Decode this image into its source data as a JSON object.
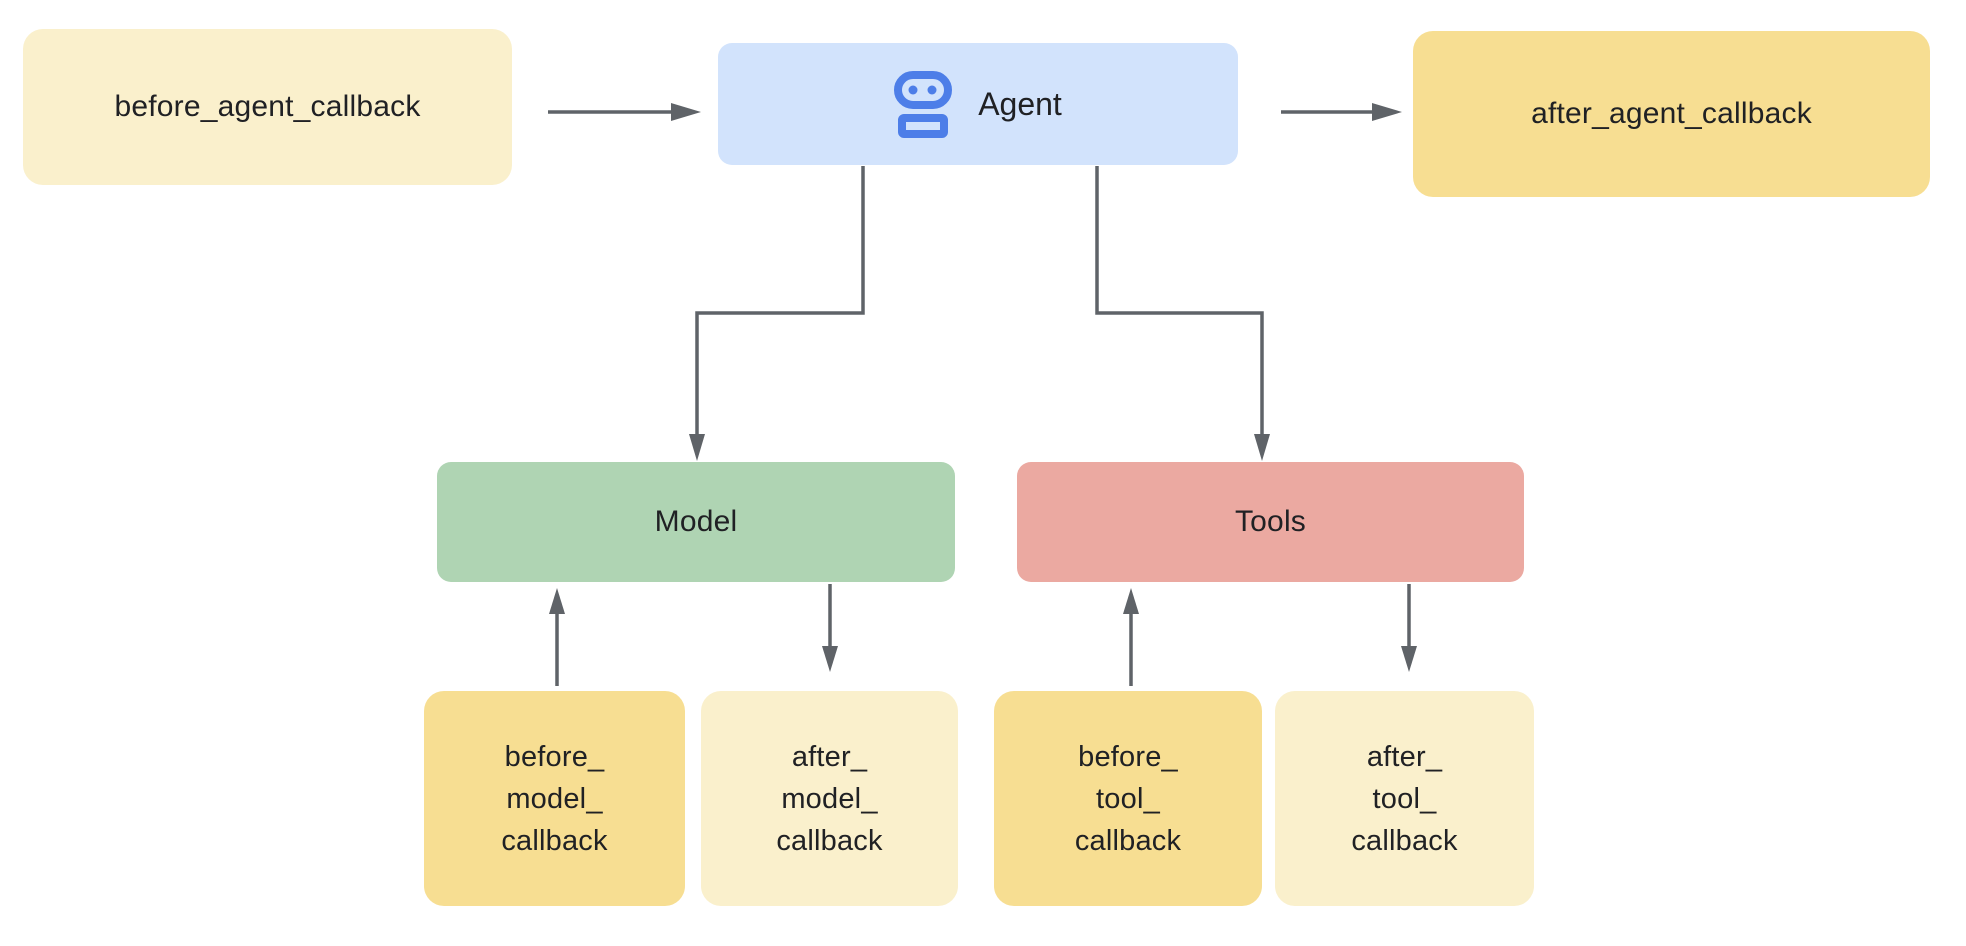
{
  "diagram": {
    "description": "Agent callbacks flow diagram",
    "nodes": {
      "before_agent": {
        "label": "before_agent_callback"
      },
      "agent": {
        "label": "Agent",
        "icon": "robot-icon"
      },
      "after_agent": {
        "label": "after_agent_callback"
      },
      "model": {
        "label": "Model"
      },
      "tools": {
        "label": "Tools"
      },
      "before_model": {
        "label": "before_\nmodel_\ncallback"
      },
      "after_model": {
        "label": "after_\nmodel_\ncallback"
      },
      "before_tool": {
        "label": "before_\ntool_\ncallback"
      },
      "after_tool": {
        "label": "after_\ntool_\ncallback"
      }
    },
    "edges": [
      {
        "from": "before_agent",
        "to": "agent",
        "shape": "straight-right"
      },
      {
        "from": "agent",
        "to": "after_agent",
        "shape": "straight-right"
      },
      {
        "from": "agent",
        "to": "model",
        "shape": "elbow-down-left"
      },
      {
        "from": "agent",
        "to": "tools",
        "shape": "elbow-down-right"
      },
      {
        "from": "before_model",
        "to": "model",
        "shape": "straight-up"
      },
      {
        "from": "model",
        "to": "after_model",
        "shape": "straight-down"
      },
      {
        "from": "before_tool",
        "to": "tools",
        "shape": "straight-up"
      },
      {
        "from": "tools",
        "to": "after_tool",
        "shape": "straight-down"
      }
    ],
    "colors": {
      "cream_box": "#faf0cc",
      "gold_box": "#f7de92",
      "agent_box": "#d2e3fc",
      "model_box": "#afd4b3",
      "tools_box": "#eba9a1",
      "robot_icon": "#4d7ee8",
      "connector": "#5f6368",
      "text": "#202124",
      "background": "#ffffff"
    }
  }
}
